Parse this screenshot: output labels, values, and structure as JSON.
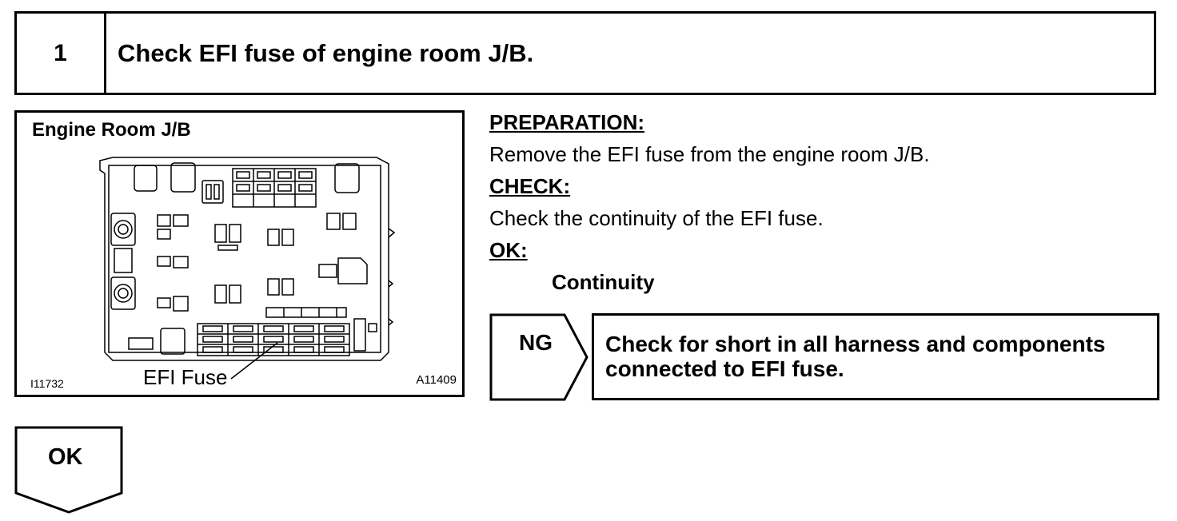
{
  "step": {
    "number": "1",
    "title": "Check EFI fuse of engine room J/B."
  },
  "figure": {
    "title": "Engine Room J/B",
    "callout": "EFI Fuse",
    "id_left": "I11732",
    "id_right": "A11409"
  },
  "procedure": {
    "preparation_heading": "PREPARATION:",
    "preparation_text": "Remove the EFI fuse from the engine room J/B.",
    "check_heading": "CHECK:",
    "check_text": "Check the continuity of the EFI fuse.",
    "ok_heading": "OK:",
    "ok_value": "Continuity"
  },
  "result_ng": {
    "label": "NG",
    "action_line1": "Check for short in all harness and components",
    "action_line2": "connected to EFI fuse."
  },
  "result_ok": {
    "label": "OK"
  }
}
